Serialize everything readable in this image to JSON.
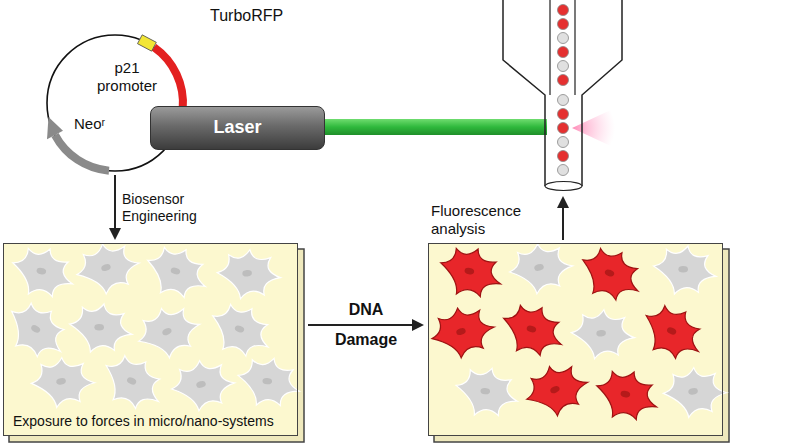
{
  "diagram": {
    "nodes": [
      {
        "text": [
          "p21 promoter",
          "TurboRFP",
          "Neoʳ"
        ]
      },
      {
        "text": [
          "Laser"
        ]
      },
      {
        "text": [
          "Exposure to forces in micro/nano-systems"
        ]
      },
      {
        "text": [
          "Fluorescence analysis"
        ]
      }
    ],
    "edges": [
      {
        "from": 0,
        "to": 2,
        "arrow": "to",
        "label": "Biosensor Engineering"
      },
      {
        "from": 2,
        "to": 3,
        "arrow": "to",
        "label": "DNA Damage"
      }
    ]
  }
}
